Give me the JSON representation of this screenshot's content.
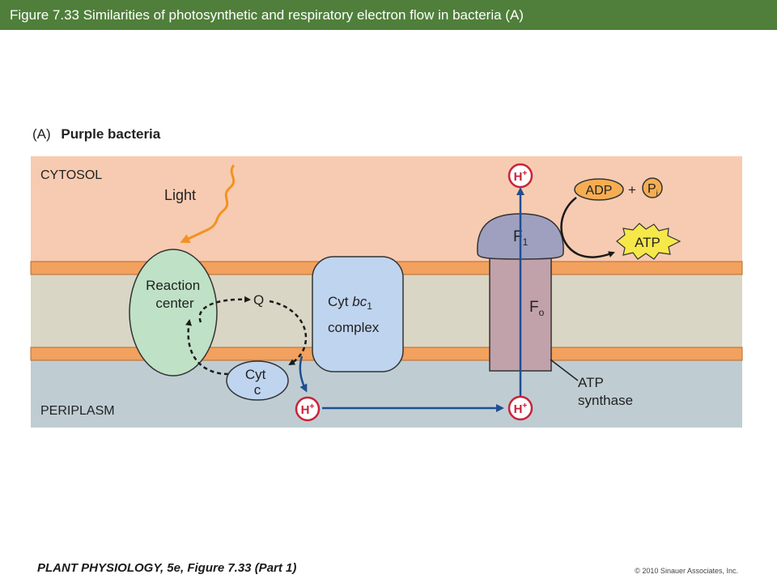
{
  "header": {
    "title": "Figure 7.33  Similarities of photosynthetic and respiratory electron flow in bacteria (A)"
  },
  "figure": {
    "panel_letter": "(A)",
    "panel_title": "Purple bacteria",
    "cytosol_label": "CYTOSOL",
    "periplasm_label": "PERIPLASM",
    "light_label": "Light",
    "reaction_center": [
      "Reaction",
      "center"
    ],
    "q_label": "Q",
    "cyt_bc1": {
      "text": "Cyt ",
      "italic": "bc",
      "sub": "1",
      "line2": "complex"
    },
    "cyt_c": {
      "line1": "Cyt",
      "line2": "c"
    },
    "proton": {
      "base": "H",
      "sup": "+"
    },
    "adp_label": "ADP",
    "plus": "+",
    "pi": {
      "base": "P",
      "sub": "i"
    },
    "atp_label": "ATP",
    "f1": {
      "base": "F",
      "sub": "1"
    },
    "fo": {
      "base": "F",
      "sub": "o"
    },
    "atp_synthase": [
      "ATP",
      "synthase"
    ]
  },
  "colors": {
    "cytosol": "#f7cbb1",
    "membrane_interior": "#dad6c5",
    "membrane_band": "#f2a15e",
    "periplasm": "#bfcdd3",
    "reaction_center": "#bfe1c6",
    "cyt_bc1": "#bfd4ee",
    "f1": "#9fa0c0",
    "fo": "#c2a2aa",
    "proton_ring": "#c8233a",
    "adp": "#f6ad52",
    "atp_star": "#f7e84a",
    "proton_arrow": "#1f4f93",
    "light_wave": "#f39222",
    "title_bar": "#4f7f3a"
  },
  "footer": {
    "book_ref": "PLANT PHYSIOLOGY, 5e, Figure 7.33 (Part 1)",
    "copyright": "© 2010 Sinauer Associates, Inc."
  }
}
